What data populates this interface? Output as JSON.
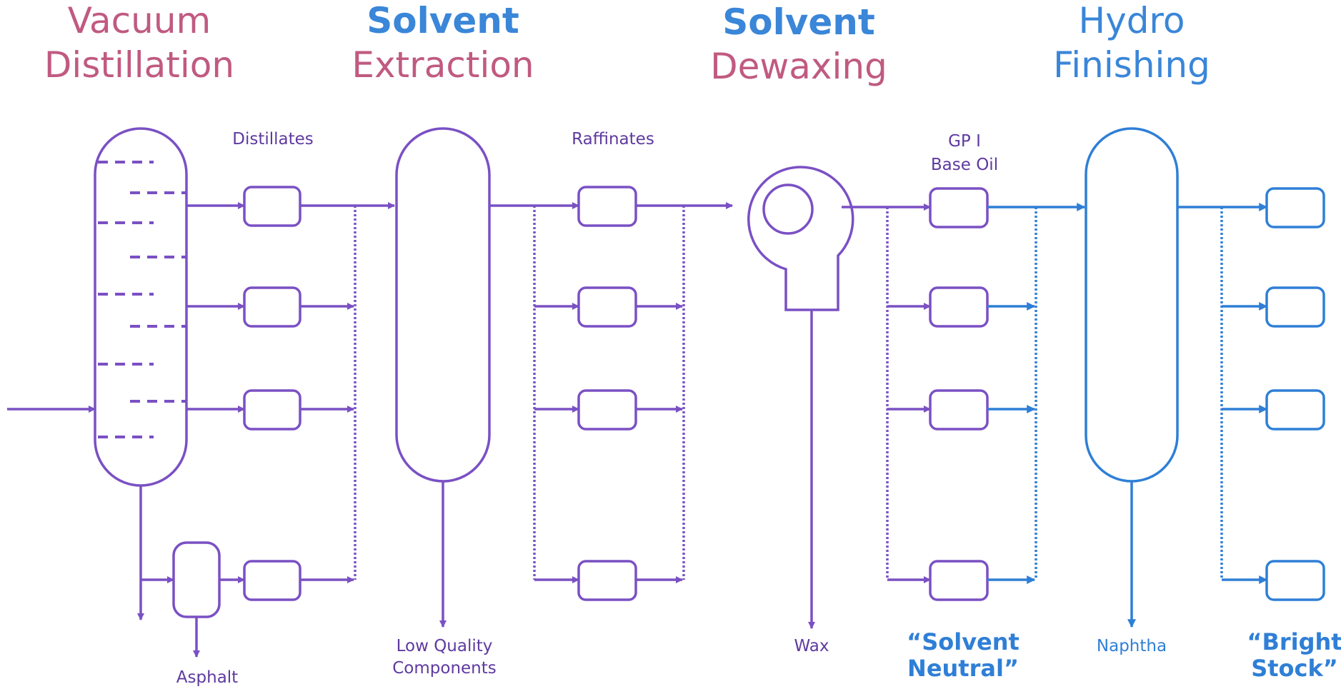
{
  "colors": {
    "purple": "#7a50c4",
    "blue": "#2f7fd6",
    "pink": "#c05a80",
    "title_blue": "#3a86d8",
    "label_text": "#5e3aa0"
  },
  "stages": {
    "vacuum": {
      "line1": "Vacuum",
      "line2": "Distillation"
    },
    "extraction": {
      "line1": "Solvent",
      "line2": "Extraction"
    },
    "dewaxing": {
      "line1": "Solvent",
      "line2": "Dewaxing"
    },
    "hydro": {
      "line1": "Hydro",
      "line2": "Finishing"
    }
  },
  "labels": {
    "distillates": "Distillates",
    "raffinates": "Raffinates",
    "gp1_line1": "GP I",
    "gp1_line2": "Base Oil",
    "asphalt": "Asphalt",
    "low_quality_line1": "Low Quality",
    "low_quality_line2": "Components",
    "wax": "Wax",
    "naphtha": "Naphtha",
    "solvent_neutral_line1": "“Solvent",
    "solvent_neutral_line2": "Neutral”",
    "bright_stock_line1": "“Bright",
    "bright_stock_line2": "Stock”"
  }
}
